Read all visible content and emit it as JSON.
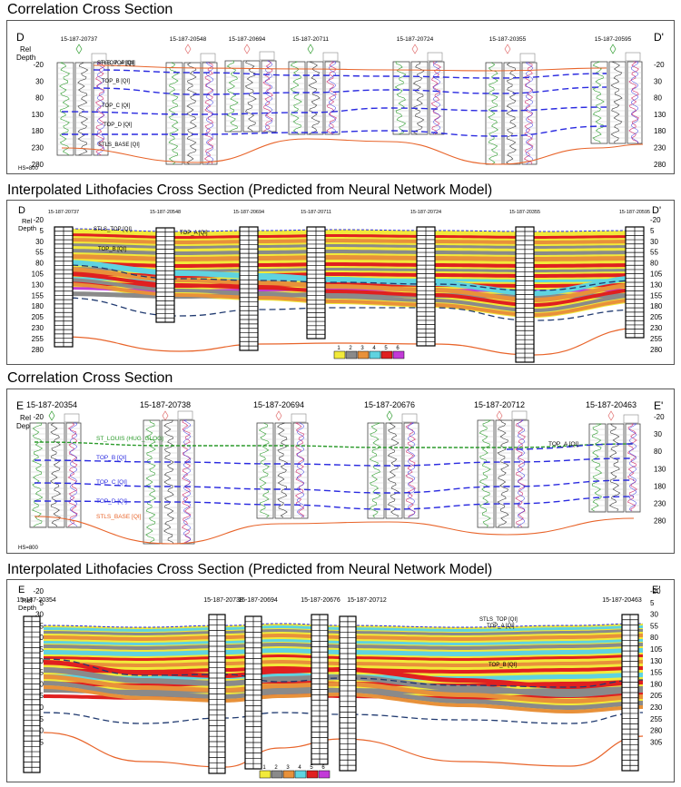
{
  "titles": {
    "p1": "Correlation Cross Section",
    "p2": "Interpolated Lithofacies Cross Section (Predicted from Neural Network Model)",
    "p3": "Correlation Cross Section",
    "p4": "Interpolated Lithofacies Cross Section (Predicted from Neural Network Model)"
  },
  "axis_label": [
    "Rel",
    "Depth"
  ],
  "hs_label": "HS=800",
  "legend_labels": [
    "1",
    "2",
    "3",
    "4",
    "5",
    "6"
  ],
  "legend_colors": [
    "#f2ea3a",
    "#8a8a8a",
    "#e8913a",
    "#5fd3e0",
    "#e02020",
    "#c23ad8"
  ],
  "colors": {
    "sand": "#f2ea3a",
    "shale": "#8a8a8a",
    "carb": "#e8913a",
    "cyan": "#5fd3e0",
    "red": "#e02020",
    "purple": "#c23ad8",
    "top_line": "#2a2ae0",
    "base_line": "#e8642a",
    "dash_line": "#203a70"
  },
  "panels": [
    {
      "id": "p1",
      "type": "correlation",
      "endL": "D",
      "endR": "D'",
      "ticks": [
        "-20",
        "30",
        "80",
        "130",
        "180",
        "230",
        "280"
      ],
      "wells": [
        "15-187-20737",
        "15-187-20548",
        "15-187-20694",
        "15-187-20711",
        "15-187-20724",
        "15-187-20355",
        "15-187-20595"
      ],
      "horizons": [
        "STLS_TOP [QI]",
        "TOP_A [QI]",
        "TOP_B [QI]",
        "TOP_C [QI]",
        "TOP_D [QI]",
        "STLS_BASE [QI]"
      ]
    },
    {
      "id": "p2",
      "type": "lithofacies",
      "endL": "D",
      "endR": "D'",
      "ticks": [
        "-20",
        "5",
        "30",
        "55",
        "80",
        "105",
        "130",
        "155",
        "180",
        "205",
        "230",
        "255",
        "280"
      ],
      "wells": [
        "15-187-20737",
        "15-187-20548",
        "15-187-20694",
        "15-187-20711",
        "15-187-20724",
        "15-187-20355",
        "15-187-20595"
      ],
      "horizons": [
        "STLS_TOP [QI]",
        "TOP_A [QI]",
        "TOP_B [QI]"
      ]
    },
    {
      "id": "p3",
      "type": "correlation",
      "endL": "E",
      "endR": "E'",
      "ticks": [
        "-20",
        "30",
        "80",
        "130",
        "180",
        "230",
        "280"
      ],
      "wells": [
        "15-187-20354",
        "15-187-20738",
        "15-187-20694",
        "15-187-20676",
        "15-187-20712",
        "15-187-20463"
      ],
      "horizons": [
        "ST_LOUIS (HUG_GLOG)",
        "TOP_B [QI]",
        "TOP_C [QI]",
        "TOP_D [QI]",
        "STLS_BASE [QI]",
        "TOP_A [QI]"
      ]
    },
    {
      "id": "p4",
      "type": "lithofacies",
      "endL": "E",
      "endR": "E'",
      "ticks": [
        "-20",
        "5",
        "30",
        "55",
        "80",
        "105",
        "130",
        "155",
        "180",
        "205",
        "230",
        "255",
        "280",
        "305"
      ],
      "wells": [
        "15-187-20354",
        "15-187-20738",
        "15-187-20694",
        "15-187-20676",
        "15-187-20712",
        "15-187-20463"
      ],
      "horizons": [
        "STLS_TOP [QI]",
        "TOP_A [QI]",
        "TOP_B [QI]"
      ]
    }
  ]
}
